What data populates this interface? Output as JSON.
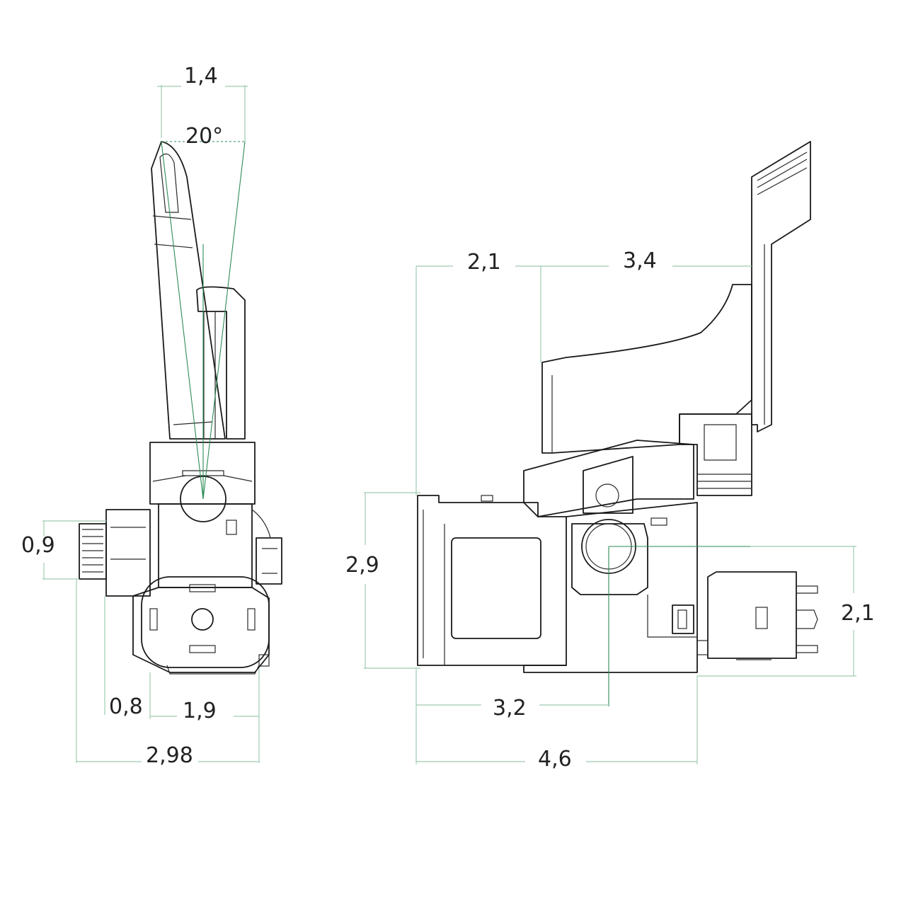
{
  "left_view": {
    "dim_top_width": "1,4",
    "dim_angle": "20°",
    "dim_shaft_height": "0,9",
    "dim_bottom_offset": "0,8",
    "dim_bottom_width": "1,9",
    "dim_total_width": "2,98"
  },
  "right_view": {
    "dim_top_left": "2,1",
    "dim_top_right": "3,4",
    "dim_body_height": "2,9",
    "dim_connector_height": "2,1",
    "dim_center_offset": "3,2",
    "dim_total_length": "4,6"
  },
  "colors": {
    "outline": "#1a1a1a",
    "dimension_line": "#9fcbb0",
    "center_axis": "#2e8b57",
    "text": "#222222"
  }
}
